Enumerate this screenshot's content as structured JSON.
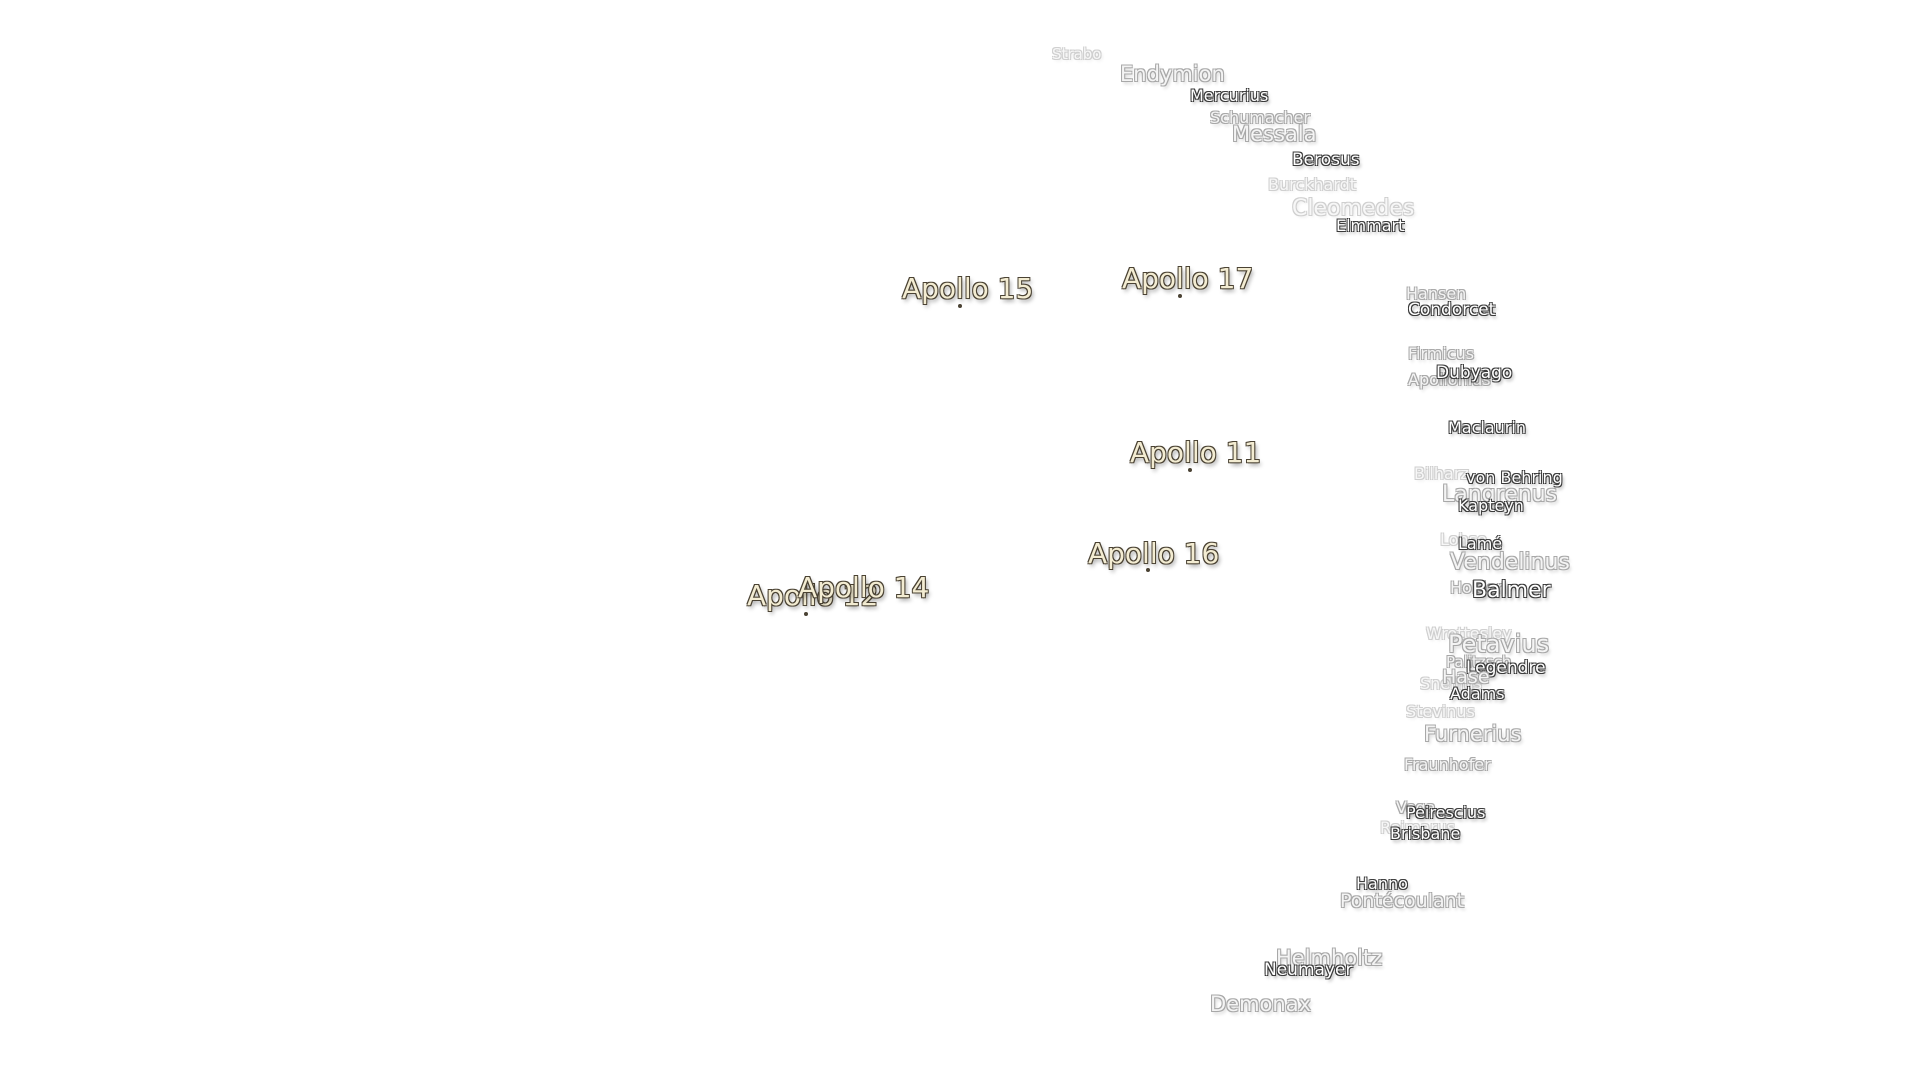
{
  "map": {
    "apollo_sites": [
      {
        "name": "Apollo 15"
      },
      {
        "name": "Apollo 17"
      },
      {
        "name": "Apollo 11"
      },
      {
        "name": "Apollo 16"
      },
      {
        "name": "Apollo 14"
      },
      {
        "name": "Apollo 12"
      }
    ],
    "craters": [
      {
        "name": "Strabo"
      },
      {
        "name": "Endymion"
      },
      {
        "name": "Mercurius"
      },
      {
        "name": "Schumacher"
      },
      {
        "name": "Messala"
      },
      {
        "name": "Berosus"
      },
      {
        "name": "Burckhardt"
      },
      {
        "name": "Cleomedes"
      },
      {
        "name": "Elmmart"
      },
      {
        "name": "Hansen"
      },
      {
        "name": "Condorcet"
      },
      {
        "name": "Firmicus"
      },
      {
        "name": "Dubyago"
      },
      {
        "name": "Apollonius"
      },
      {
        "name": "Maclaurin"
      },
      {
        "name": "Bilharz"
      },
      {
        "name": "von Behring"
      },
      {
        "name": "Langrenus"
      },
      {
        "name": "Kapteyn"
      },
      {
        "name": "Lohse"
      },
      {
        "name": "Lamé"
      },
      {
        "name": "Vendelinus"
      },
      {
        "name": "Holden"
      },
      {
        "name": "Balmer"
      },
      {
        "name": "Wrottesley"
      },
      {
        "name": "Petavius"
      },
      {
        "name": "Palitzsch"
      },
      {
        "name": "Legendre"
      },
      {
        "name": "Hase"
      },
      {
        "name": "Snellius"
      },
      {
        "name": "Adams"
      },
      {
        "name": "Stevinus"
      },
      {
        "name": "Furnerius"
      },
      {
        "name": "Fraunhofer"
      },
      {
        "name": "Vega"
      },
      {
        "name": "Peirescius"
      },
      {
        "name": "Reimarus"
      },
      {
        "name": "Brisbane"
      },
      {
        "name": "Hanno"
      },
      {
        "name": "Pontécoulant"
      },
      {
        "name": "Helmholtz"
      },
      {
        "name": "Neumayer"
      },
      {
        "name": "Demonax"
      }
    ]
  }
}
